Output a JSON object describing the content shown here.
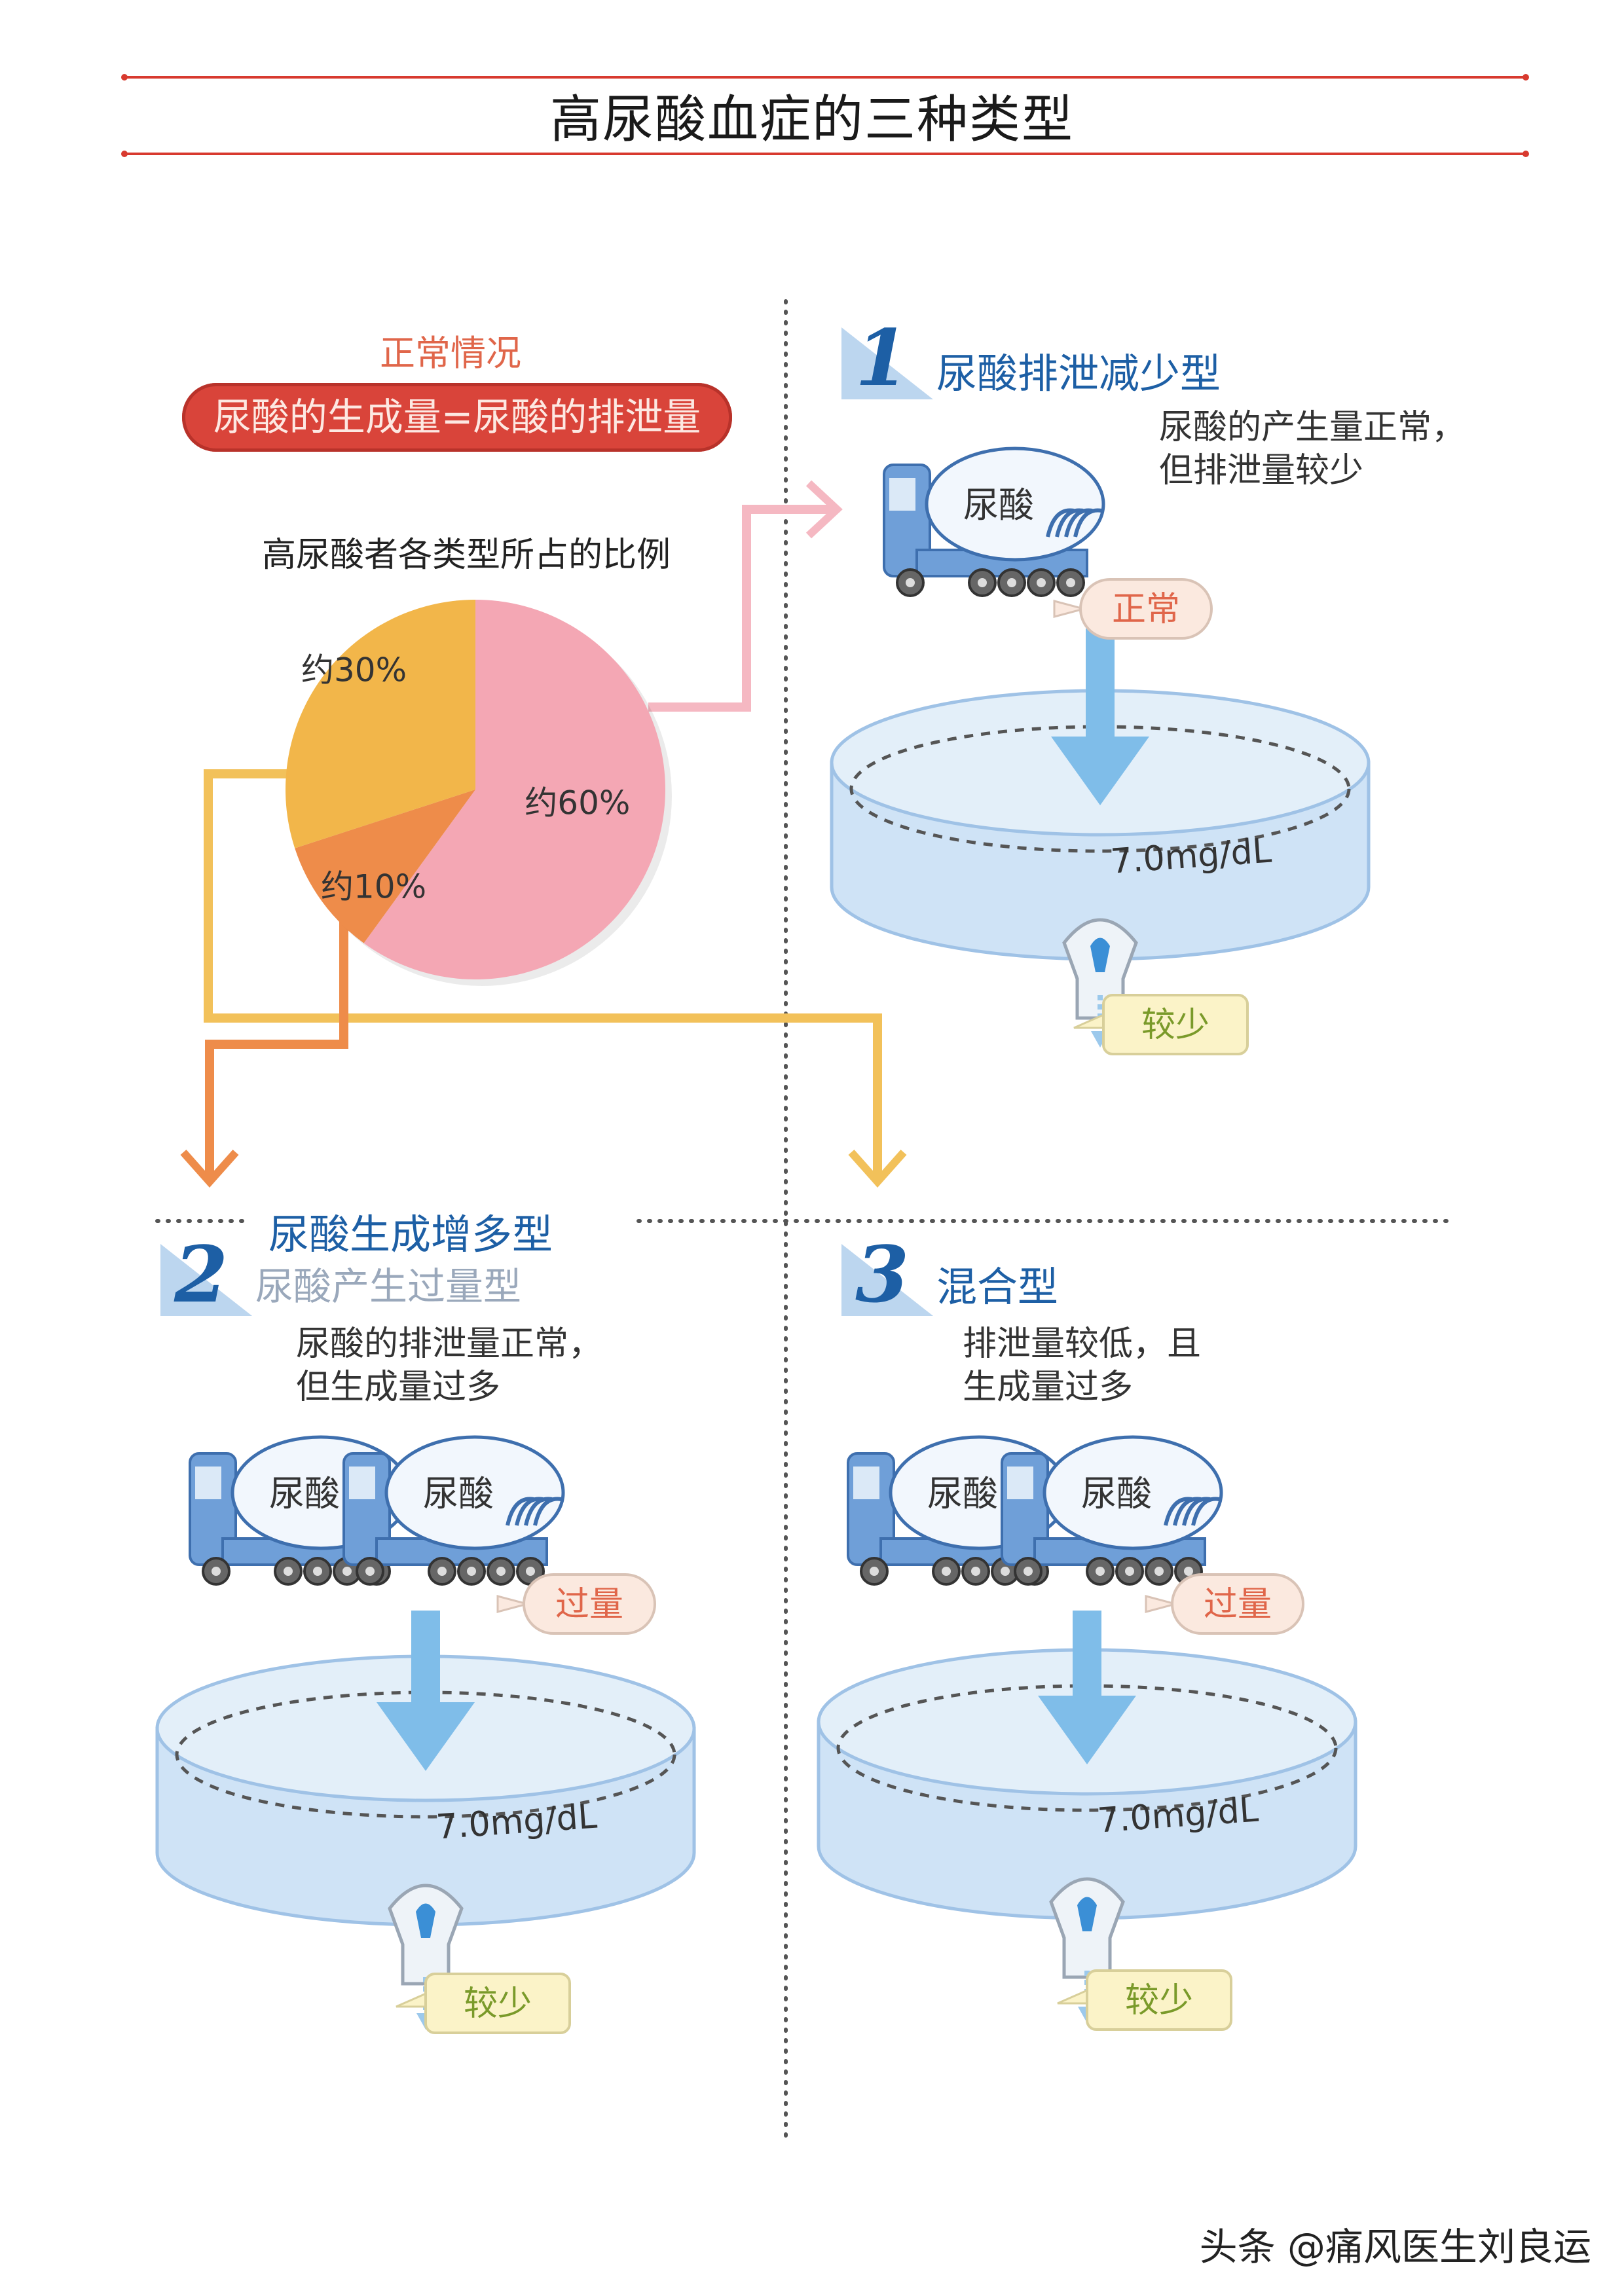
{
  "header": {
    "title": "高尿酸血症的三种类型"
  },
  "normal": {
    "label": "正常情况",
    "equation": "尿酸的生成量=尿酸的排泄量"
  },
  "chart_data": {
    "type": "pie",
    "title": "高尿酸者各类型所占的比例",
    "slices": [
      {
        "label": "约60%",
        "value": 60,
        "color": "#f4a7b4"
      },
      {
        "label": "约10%",
        "value": 10,
        "color": "#ee8c4a"
      },
      {
        "label": "约30%",
        "value": 30,
        "color": "#f2b64a"
      }
    ]
  },
  "types": [
    {
      "number": "1",
      "title": "尿酸排泄减少型",
      "desc": [
        "尿酸的产生量正常，",
        "但排泄量较少"
      ],
      "truck_labels": [
        "尿酸"
      ],
      "input_label": "正常",
      "level_label": "7.0mg/dL",
      "output_label": "较少"
    },
    {
      "number": "2",
      "title": "尿酸生成增多型",
      "subtitle": "尿酸产生过量型",
      "desc": [
        "尿酸的排泄量正常，",
        "但生成量过多"
      ],
      "truck_labels": [
        "尿酸",
        "尿酸"
      ],
      "input_label": "过量",
      "level_label": "7.0mg/dL",
      "output_label": "较少"
    },
    {
      "number": "3",
      "title": "混合型",
      "desc": [
        "排泄量较低，且",
        "生成量过多"
      ],
      "truck_labels": [
        "尿酸",
        "尿酸"
      ],
      "input_label": "过量",
      "level_label": "7.0mg/dL",
      "output_label": "较少"
    }
  ],
  "colors": {
    "header_rule": "#d83a2f",
    "equation_bg": "#d9443a",
    "pink_arrow": "#f5b8c2",
    "orange_arrow": "#ee8c4a",
    "yellow_arrow": "#f2c15a",
    "title_blue": "#1d5fa5"
  },
  "watermark": "头条 @痛风医生刘良运"
}
